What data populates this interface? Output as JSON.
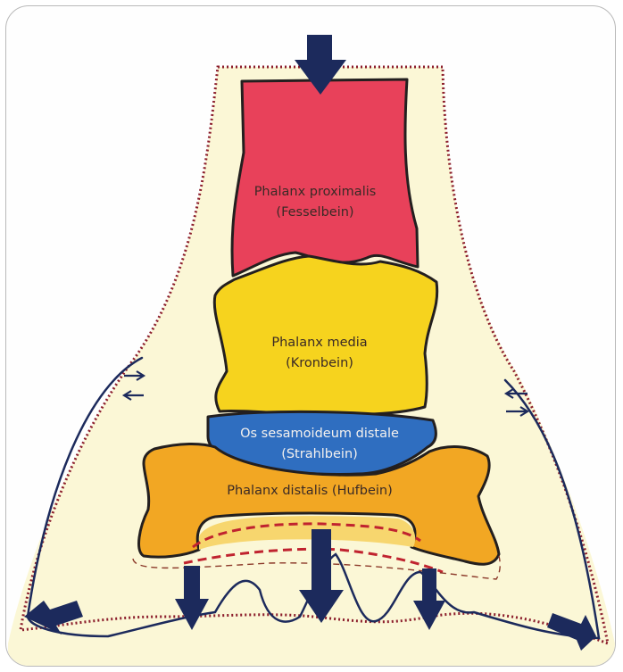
{
  "labels": {
    "proximal_line1": "Phalanx proximalis",
    "proximal_line2": "(Fesselbein)",
    "media_line1": "Phalanx media",
    "media_line2": "(Kronbein)",
    "sesamoid_line1": "Os sesamoideum distale",
    "sesamoid_line2": "(Strahlbein)",
    "distal": "Phalanx distalis (Hufbein)"
  },
  "colors": {
    "hoof_fill": "#fbf7d6",
    "proximal": "#e8415a",
    "media": "#f6d31e",
    "sesamoid": "#2f6ec0",
    "distal": "#f2a723",
    "arrow": "#1c2a5c",
    "dotted_outline": "#8c1e2c",
    "dashed_line": "#c0232f"
  }
}
